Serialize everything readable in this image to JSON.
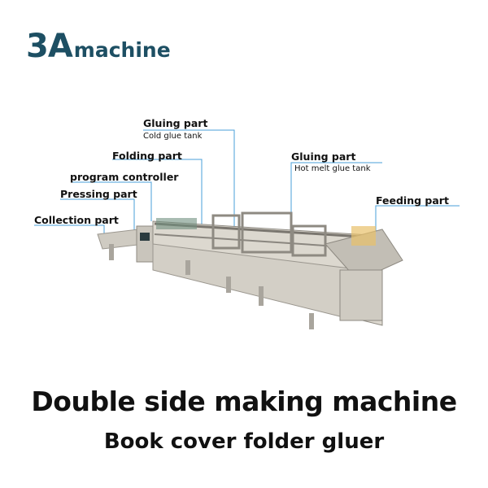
{
  "logo": {
    "mark": "3A",
    "word": "machine",
    "color": "#1d4f63"
  },
  "labels": {
    "gluing_cold": "Gluing part",
    "gluing_cold_sub": "Cold glue tank",
    "folding": "Folding part",
    "program": "program controller",
    "pressing": "Pressing part",
    "collection": "Collection part",
    "gluing_hot": "Gluing part",
    "gluing_hot_sub": "Hot melt glue tank",
    "feeding": "Feeding part"
  },
  "titles": {
    "line1": "Double side making machine",
    "line2": "Book cover  folder gluer"
  },
  "colors": {
    "callout_line": "#4a9fd8",
    "machine_body": "#d9d5cc"
  }
}
